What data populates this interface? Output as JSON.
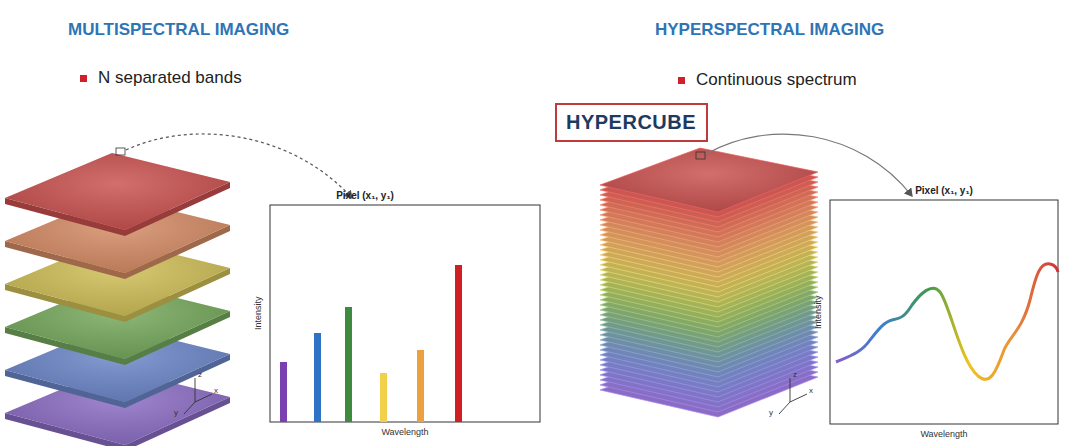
{
  "diagram": {
    "nodes": [
      {
        "text": [
          "HYPERCUBE"
        ]
      }
    ],
    "labels": [
      "MULTISPECTRAL IMAGING",
      "N separated bands",
      "Pixel (x₁, y₁)",
      "Intensity",
      "Wavelength",
      "x",
      "y",
      "z",
      "HYPERSPECTRAL IMAGING",
      "Continuous spectrum",
      "Pixel (x₁, y₁)",
      "Intensity",
      "Wavelength",
      "x",
      "y",
      "z"
    ]
  }
}
